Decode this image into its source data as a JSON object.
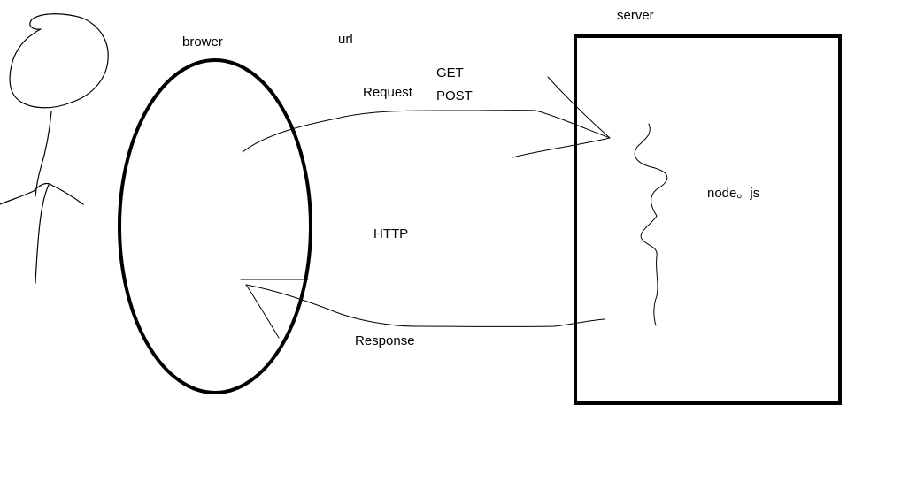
{
  "labels": {
    "browser": "brower",
    "url": "url",
    "server": "server",
    "get": "GET",
    "post": "POST",
    "request": "Request",
    "node": "node。js",
    "http": "HTTP",
    "response": "Response"
  },
  "colors": {
    "stroke": "#000000",
    "background": "#ffffff"
  }
}
